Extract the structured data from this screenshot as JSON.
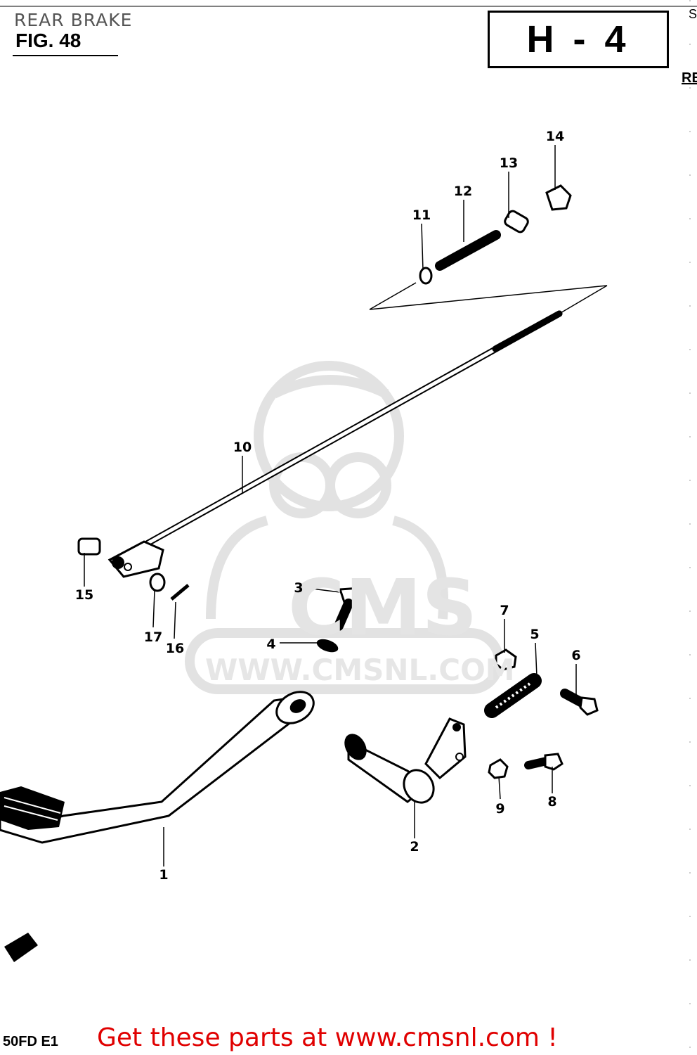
{
  "header": {
    "title": "REAR BRAKE",
    "fig": "FIG. 48",
    "section": "H - 4"
  },
  "side_fragments": {
    "top": "S",
    "re": "RE"
  },
  "watermark": {
    "brand": "CMS",
    "url": "WWW.CMSNL.COM"
  },
  "parts": [
    {
      "number": "1"
    },
    {
      "number": "2"
    },
    {
      "number": "3"
    },
    {
      "number": "4"
    },
    {
      "number": "5"
    },
    {
      "number": "6"
    },
    {
      "number": "7"
    },
    {
      "number": "8"
    },
    {
      "number": "9"
    },
    {
      "number": "10"
    },
    {
      "number": "11"
    },
    {
      "number": "12"
    },
    {
      "number": "13"
    },
    {
      "number": "14"
    },
    {
      "number": "15"
    },
    {
      "number": "16"
    },
    {
      "number": "17"
    }
  ],
  "footer": {
    "model_code": "50FD E1",
    "link_text": "Get these parts at www.cmsnl.com !"
  },
  "colors": {
    "link": "#e00000",
    "line": "#000000",
    "watermark": "#e4e4e4"
  }
}
